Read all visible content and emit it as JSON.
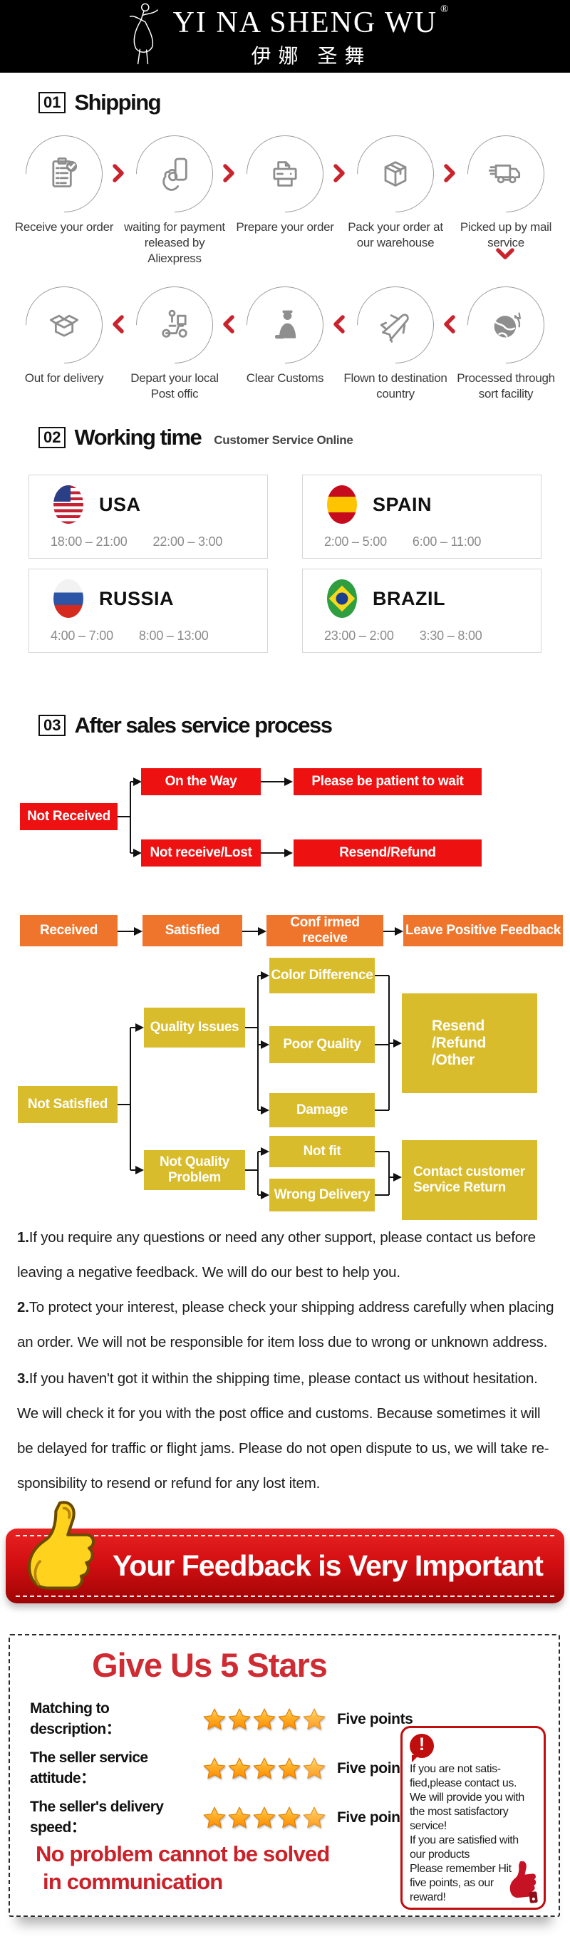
{
  "colors": {
    "accent_red": "#c9242e",
    "flow_red": "#ee1111",
    "flow_orange": "#f0752c",
    "flow_yellow": "#d9bc2c",
    "banner_red": "#d40f12",
    "title_red": "#cf2b33",
    "star_orange": "#ff9d17",
    "icon_gray": "#8e8e8e"
  },
  "header": {
    "brand": "YI NA SHENG WU",
    "reg": "®",
    "brand_cn": "伊娜 圣舞"
  },
  "shipping": {
    "num": "01",
    "title": "Shipping",
    "row1": [
      {
        "label": "Receive your order",
        "icon": "clipboard-check-icon"
      },
      {
        "label": "waiting for payment released by Aliexpress",
        "icon": "payment-card-icon"
      },
      {
        "label": "Prepare your order",
        "icon": "printer-icon"
      },
      {
        "label": "Pack your order at our warehouse",
        "icon": "package-box-icon"
      },
      {
        "label": "Picked up by mail service",
        "icon": "delivery-truck-icon"
      }
    ],
    "row2": [
      {
        "label": "Out for delivery",
        "icon": "open-box-icon"
      },
      {
        "label": "Depart your local Post offic",
        "icon": "courier-scooter-icon"
      },
      {
        "label": "Clear Customs",
        "icon": "customs-officer-icon"
      },
      {
        "label": "Flown to destination country",
        "icon": "airplane-icon"
      },
      {
        "label": "Processed through sort facility",
        "icon": "globe-icon"
      }
    ]
  },
  "working": {
    "num": "02",
    "title": "Working time",
    "subtitle": "Customer Service Online",
    "countries": [
      {
        "name": "USA",
        "t1": "18:00 – 21:00",
        "t2": "22:00 – 3:00"
      },
      {
        "name": "SPAIN",
        "t1": "2:00 – 5:00",
        "t2": "6:00 – 11:00"
      },
      {
        "name": "RUSSIA",
        "t1": "4:00 – 7:00",
        "t2": "8:00 – 13:00"
      },
      {
        "name": "BRAZIL",
        "t1": "23:00 – 2:00",
        "t2": "3:30 – 8:00"
      }
    ]
  },
  "aftersales": {
    "num": "03",
    "title": "After sales service process",
    "red": {
      "root": "Not Received",
      "on_the_way": "On the Way",
      "patient": "Please be patient to wait",
      "lost": "Not receive/Lost",
      "resend": "Resend/Refund"
    },
    "orange": {
      "received": "Received",
      "satisfied": "Satisfied",
      "confirmed": "Conf irmed receive",
      "feedback": "Leave Positive Feedback"
    },
    "yellow": {
      "root": "Not Satisfied",
      "quality": "Quality Issues",
      "color_diff": "Color Difference",
      "poor_quality": "Poor Quality",
      "damage": "Damage",
      "resend_lines": [
        "Resend",
        "/Refund",
        "/Other"
      ],
      "not_quality_lines": [
        "Not Quality",
        "Problem"
      ],
      "not_fit": "Not fit",
      "wrong_delivery": "Wrong Delivery",
      "contact_lines": [
        "Contact customer",
        "Service Return"
      ]
    }
  },
  "notes": [
    {
      "num": "1.",
      "text": "If you require any questions or need any other support, please contact us before leaving a negative feedback. We will do our best to help you."
    },
    {
      "num": "2.",
      "text": "To protect your interest, please check your shipping address carefully when placing an order. We will not be responsible for item loss due to wrong or unknown address."
    },
    {
      "num": "3.",
      "text": "If you haven't got it within the shipping time, please contact us without hesitation. We will check it for you with the post office and customs. Because sometimes it will be delayed for traffic or flight jams. Please do not open dispute to us, we will take re-sponsibility to resend or refund for any lost item."
    }
  ],
  "banner": {
    "text": "Your Feedback is Very Important"
  },
  "stars": {
    "title": "Give Us 5 Stars",
    "rows": [
      {
        "label": "Matching to description：",
        "points": "Five points"
      },
      {
        "label": "The seller service attitude：",
        "points": "Five points"
      },
      {
        "label": "The seller's delivery speed：",
        "points": "Five points"
      }
    ],
    "slogan": [
      "No problem cannot be solved",
      "in communication"
    ],
    "warning_lines": [
      "If you are not satis-",
      "fied,please contact us.",
      "We will provide you with",
      "the most satisfactory",
      "service!",
      "If you are satisfied with",
      "our products",
      "Please remember Hit",
      "five points, as our",
      "reward!"
    ]
  }
}
